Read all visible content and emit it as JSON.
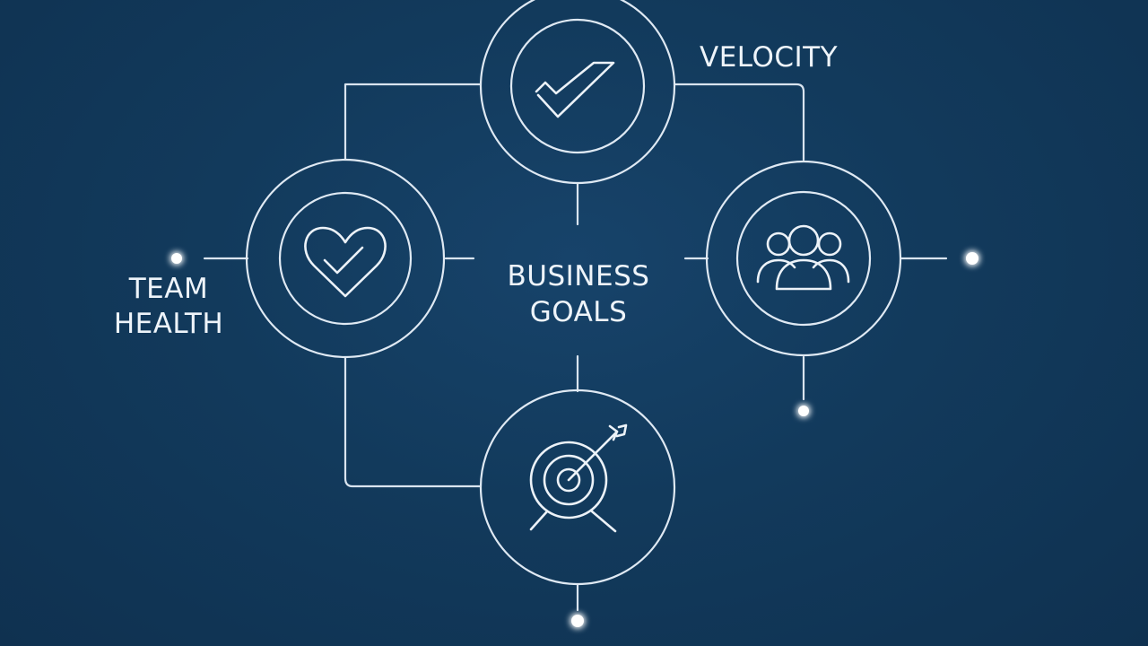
{
  "labels": {
    "top_right": "VELOCITY",
    "left_line1": "TEAM",
    "left_line2": "HEALTH",
    "center_line1": "BUSINESS",
    "center_line2": "GOALS"
  },
  "icons": {
    "top": "checkmark-icon",
    "left": "heart-check-icon",
    "right": "team-people-icon",
    "bottom": "target-arrow-icon"
  },
  "colors": {
    "background": "#14395a",
    "line": "#d9e4ef",
    "glow": "#ffffff"
  }
}
